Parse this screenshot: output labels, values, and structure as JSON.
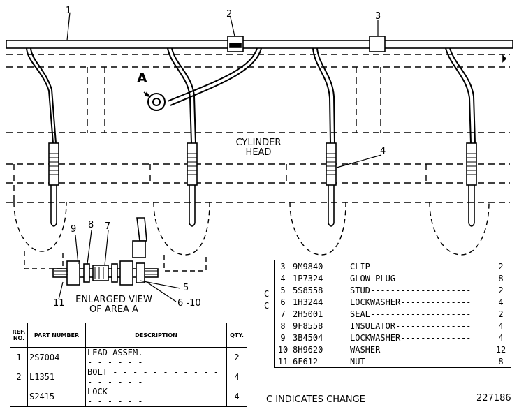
{
  "callouts": {
    "c1": "1",
    "c2": "2",
    "c3": "3",
    "c4": "4",
    "c5": "5",
    "c6_10": "6 -10",
    "c7": "7",
    "c8": "8",
    "c9": "9",
    "c11": "11",
    "area": "A"
  },
  "labels": {
    "cylinder_head_1": "CYLINDER",
    "cylinder_head_2": "HEAD",
    "enlarged_1": "ENLARGED VIEW",
    "enlarged_2": "OF AREA A",
    "change_note": "C INDICATES CHANGE",
    "drawing_number": "227186"
  },
  "left_table": {
    "headers": {
      "ref": "REF. NO.",
      "part": "PART NUMBER",
      "desc": "DESCRIPTION",
      "qty": "QTY."
    },
    "rows": [
      {
        "ref": "1",
        "part": "2S7004",
        "desc": "LEAD ASSEM.",
        "qty": "2"
      },
      {
        "ref": "2",
        "part": "L1351",
        "desc": "BOLT",
        "qty": "4"
      },
      {
        "ref": "",
        "part": "S2415",
        "desc": "LOCK",
        "qty": "4"
      }
    ]
  },
  "right_table": {
    "rows": [
      {
        "c": "",
        "ref": "3",
        "part": "9M9840",
        "desc": "CLIP",
        "qty": "2"
      },
      {
        "c": "",
        "ref": "4",
        "part": "1P7324",
        "desc": "GLOW PLUG",
        "qty": "8"
      },
      {
        "c": "C",
        "ref": "5",
        "part": "5S8558",
        "desc": "STUD",
        "qty": "2"
      },
      {
        "c": "C",
        "ref": "6",
        "part": "1H3244",
        "desc": "LOCKWASHER",
        "qty": "4"
      },
      {
        "c": "",
        "ref": "7",
        "part": "2H5001",
        "desc": "SEAL",
        "qty": "2"
      },
      {
        "c": "",
        "ref": "8",
        "part": "9F8558",
        "desc": "INSULATOR",
        "qty": "4"
      },
      {
        "c": "",
        "ref": "9",
        "part": "3B4504",
        "desc": "LOCKWASHER",
        "qty": "4"
      },
      {
        "c": "",
        "ref": "10",
        "part": "8H9620",
        "desc": "WASHER",
        "qty": "12"
      },
      {
        "c": "",
        "ref": "11",
        "part": "6F612",
        "desc": "NUT",
        "qty": "8"
      }
    ]
  }
}
